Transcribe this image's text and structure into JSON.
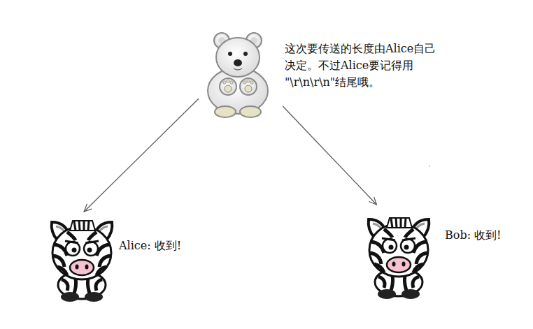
{
  "diagram": {
    "nodes": [
      {
        "text": [
          "这次要传送的长度由Alice自己 决定。不过Alice要记得用 \"\\r\\n\\r\\n\"结尾哦。"
        ]
      },
      {
        "text": [
          "Alice: 收到!"
        ]
      },
      {
        "text": [
          "Bob: 收到!"
        ]
      }
    ],
    "edges": [
      {
        "from": 0,
        "to": 1,
        "arrow": "to"
      },
      {
        "from": 0,
        "to": 2,
        "arrow": "to"
      }
    ]
  }
}
